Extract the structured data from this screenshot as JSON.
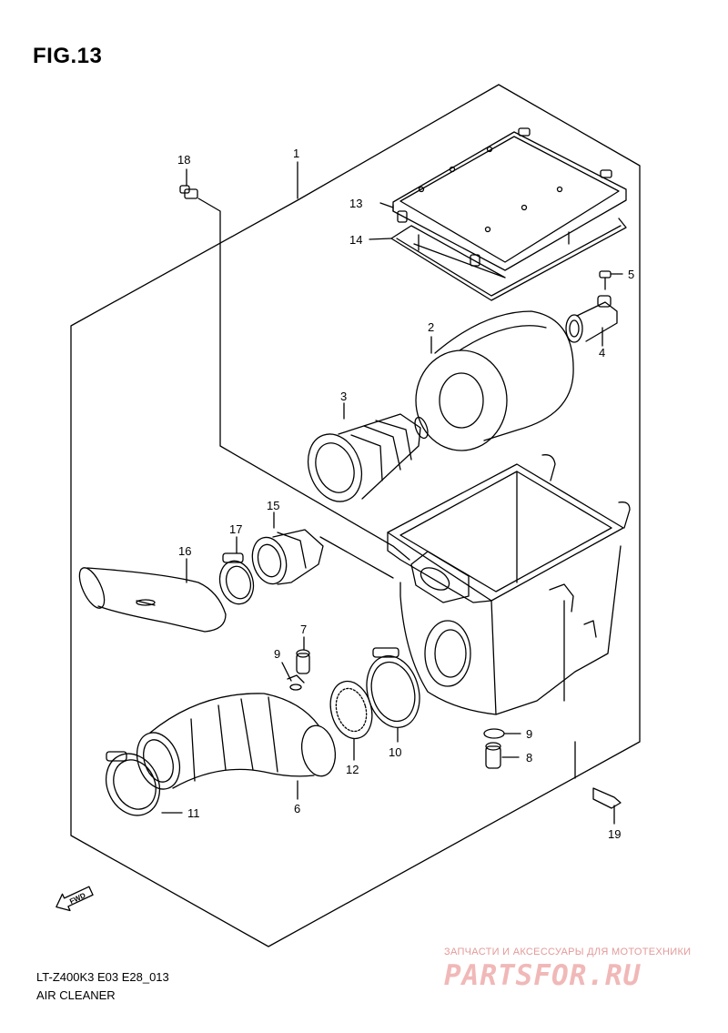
{
  "figure": {
    "title": "FIG.13"
  },
  "footer": {
    "model_code": "LT-Z400K3 E03 E28_013",
    "section_name": "AIR CLEANER"
  },
  "direction_marker": {
    "label": "FWD"
  },
  "callouts": [
    {
      "id": "1",
      "part": "air-cleaner-assembly"
    },
    {
      "id": "2",
      "part": "air-cleaner-element"
    },
    {
      "id": "3",
      "part": "element-frame"
    },
    {
      "id": "4",
      "part": "drain-cap"
    },
    {
      "id": "5",
      "part": "screw"
    },
    {
      "id": "6",
      "part": "intake-pipe"
    },
    {
      "id": "7",
      "part": "breather-fitting"
    },
    {
      "id": "8",
      "part": "drain-plug"
    },
    {
      "id": "9",
      "part": "clip"
    },
    {
      "id": "9b",
      "label": "9",
      "part": "clip"
    },
    {
      "id": "10",
      "part": "clamp"
    },
    {
      "id": "11",
      "part": "clamp"
    },
    {
      "id": "12",
      "part": "screen"
    },
    {
      "id": "13",
      "part": "cover"
    },
    {
      "id": "14",
      "part": "seal"
    },
    {
      "id": "15",
      "part": "outlet-hose"
    },
    {
      "id": "16",
      "part": "inlet-duct"
    },
    {
      "id": "17",
      "part": "clamp"
    },
    {
      "id": "18",
      "part": "screw"
    },
    {
      "id": "19",
      "part": "bolt"
    }
  ],
  "watermark": {
    "tagline": "ЗАПЧАСТИ И АКСЕССУАРЫ ДЛЯ МОТОТЕХНИКИ",
    "brand": "PARTSFOR.RU"
  }
}
